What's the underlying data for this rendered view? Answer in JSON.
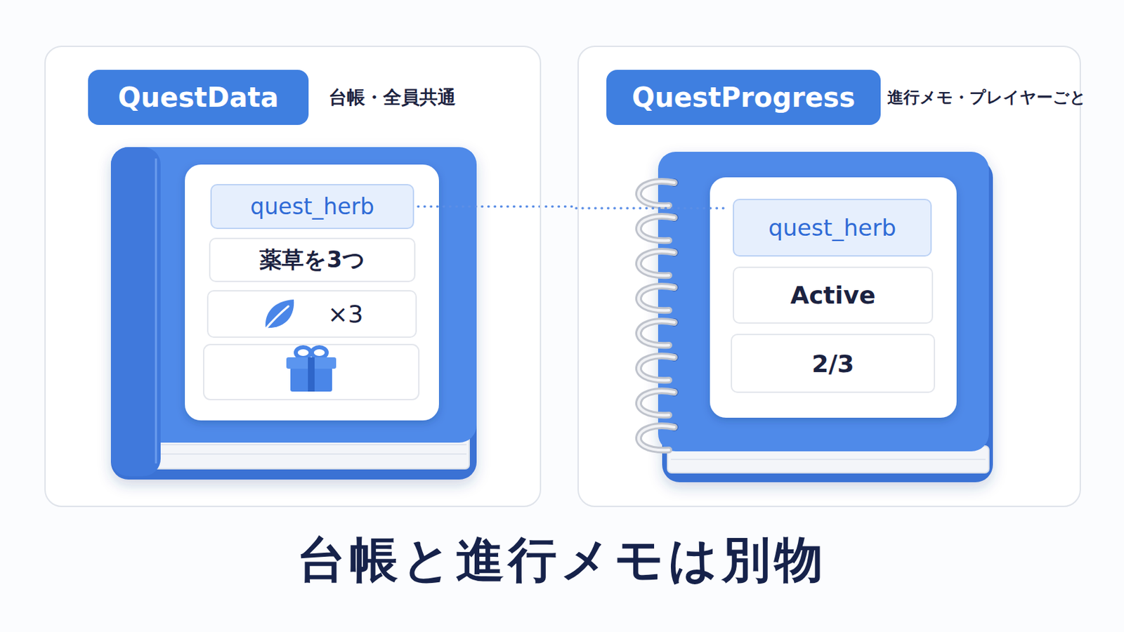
{
  "diagram": {
    "title": "台帳と進行メモは別物",
    "nodes": [
      {
        "text": [
          "QuestData",
          "台帳・全員共通"
        ]
      },
      {
        "text": [
          "quest_herb"
        ],
        "in": 0
      },
      {
        "text": [
          "薬草を3つ"
        ],
        "in": 0
      },
      {
        "text": [
          "×3"
        ],
        "in": 0
      },
      {
        "text": [
          "QuestProgress",
          "進行メモ・プレイヤーごと"
        ]
      },
      {
        "text": [
          "quest_herb"
        ],
        "in": 4
      },
      {
        "text": [
          "Active"
        ],
        "in": 4
      },
      {
        "text": [
          "2/3"
        ],
        "in": 4
      }
    ],
    "edges": [
      {
        "from": 1,
        "to": 5,
        "arrow": "none"
      }
    ]
  }
}
